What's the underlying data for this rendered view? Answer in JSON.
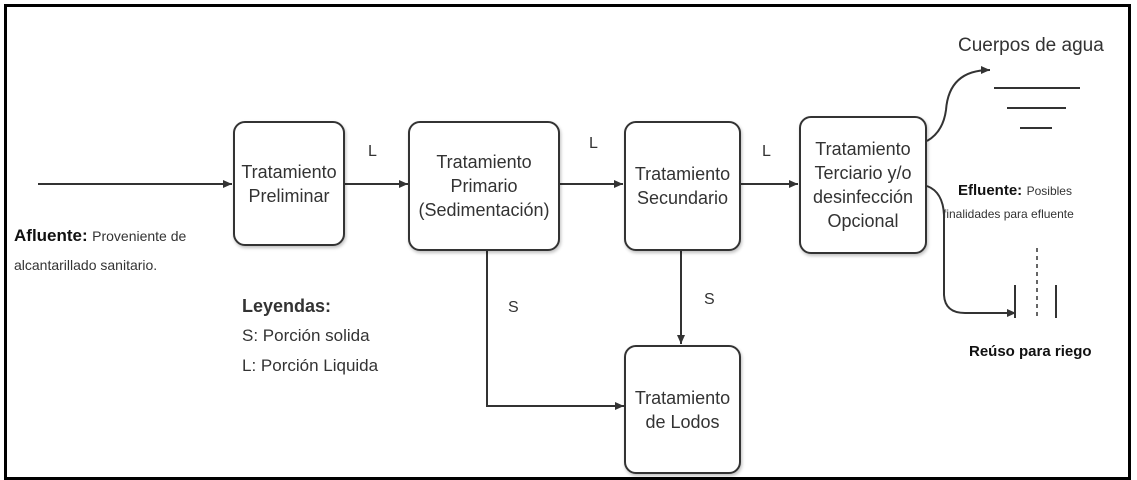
{
  "boxes": {
    "preliminar": "Tratamiento\nPreliminar",
    "primario": "Tratamiento\nPrimario\n(Sedimentación)",
    "secundario": "Tratamiento\nSecundario",
    "terciario": "Tratamiento\nTerciario y/o\ndesinfección\nOpcional",
    "lodos": "Tratamiento\nde Lodos"
  },
  "flow_labels": {
    "l1": "L",
    "l2": "L",
    "l3": "L",
    "s1": "S",
    "s2": "S"
  },
  "afluente": {
    "title": "Afluente:",
    "desc_line1": "Proveniente de",
    "desc_line2": "alcantarillado sanitario."
  },
  "legend": {
    "title": "Leyendas:",
    "s": "S: Porción solida",
    "l": "L: Porción Liquida"
  },
  "outputs": {
    "cuerpos": "Cuerpos de agua",
    "efluente_title": "Efluente:",
    "efluente_desc1": "Posibles",
    "efluente_desc2": "finalidades para efluente",
    "reuso": "Reúso para riego"
  }
}
